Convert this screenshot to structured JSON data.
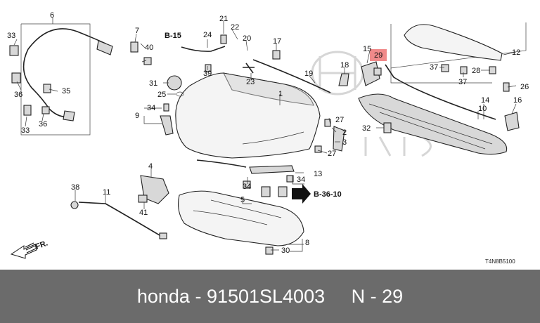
{
  "diagram": {
    "callouts": {
      "c1": "1",
      "c2": "2",
      "c3": "3",
      "c4": "4",
      "c5": "5",
      "c6": "6",
      "c7": "7",
      "c8": "8",
      "c9": "9",
      "c10": "10",
      "c11": "11",
      "c12": "12",
      "c13": "13",
      "c14": "14",
      "c15": "15",
      "c16": "16",
      "c17": "17",
      "c18": "18",
      "c19": "19",
      "c20": "20",
      "c21": "21",
      "c22": "22",
      "c23": "23",
      "c24": "24",
      "c25": "25",
      "c26": "26",
      "c27a": "27",
      "c27b": "27",
      "c28": "28",
      "c29": "29",
      "c30": "30",
      "c31": "31",
      "c32": "32",
      "c33a": "33",
      "c33b": "33",
      "c34a": "34",
      "c34b": "34",
      "c34c": "34",
      "c35": "35",
      "c36a": "36",
      "c36b": "36",
      "c37a": "37",
      "c37b": "37",
      "c38": "38",
      "c39": "39",
      "c40": "40",
      "c41": "41"
    },
    "references": {
      "b15": "B-15",
      "b3610": "B-36-10"
    },
    "direction_label": "FR.",
    "diagram_code": "T4N8B5100",
    "highlight_color": "#f08a8a"
  },
  "footer": {
    "brand": "honda",
    "separator": " - ",
    "part_number": "91501SL4003",
    "position": "N - 29"
  }
}
